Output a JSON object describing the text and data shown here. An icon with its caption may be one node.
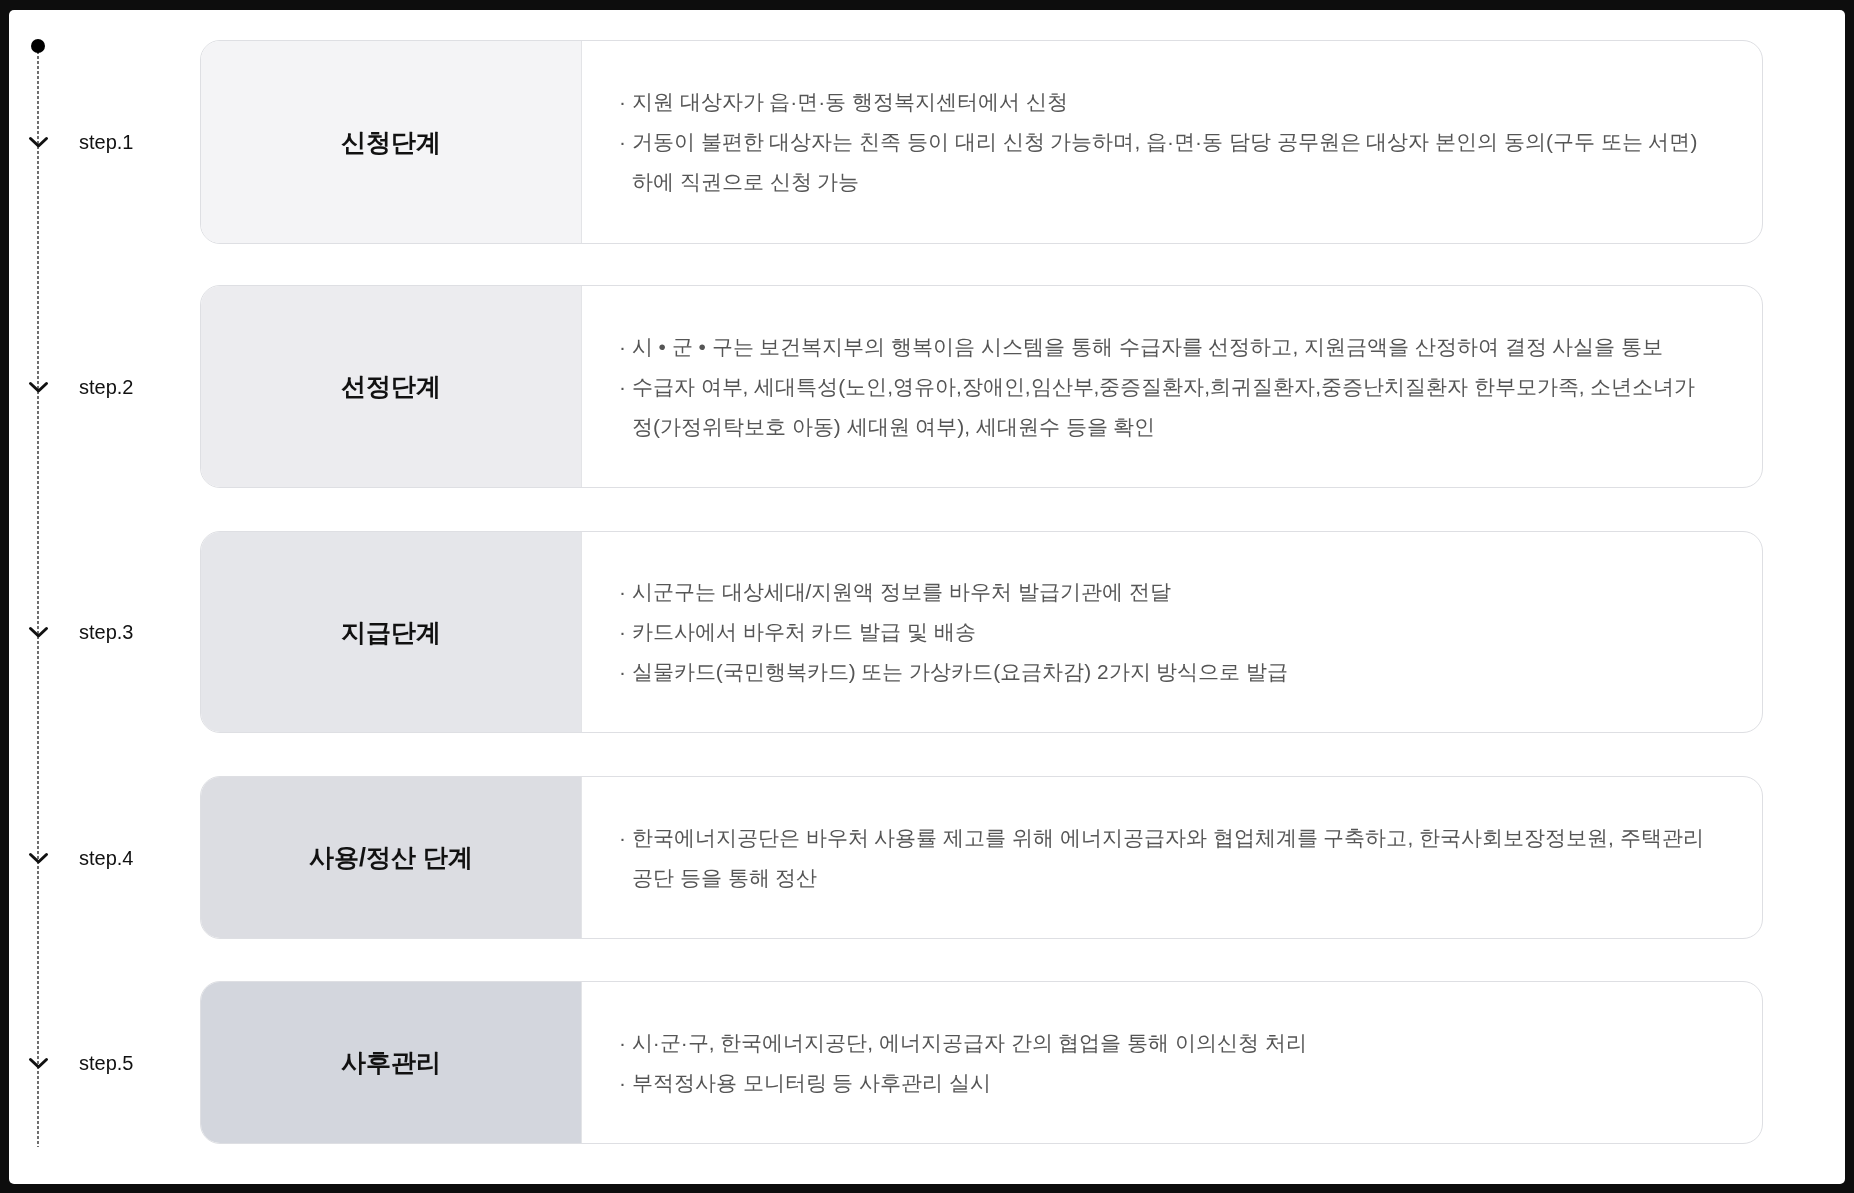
{
  "diagram": {
    "nodes": [
      {
        "text": [
          "· 지원 대상자가 읍·면·동 행정복지센터에서 신청",
          "· 거동이 불편한 대상자는 친족 등이 대리 신청 가능하며, 읍·면·동 담당 공무원은 대상자 본인의 동의(구두 또는 서면) 하에 직권으로 신청 가능"
        ],
        "beside": [
          "step.1"
        ]
      },
      {
        "text": [
          "신청단계"
        ],
        "in": 0
      },
      {
        "text": [
          "· 시 • 군 • 구는 보건복지부의 행복이음 시스템을 통해 수급자를 선정하고, 지원금액을 산정하여 결정 사실을 통보",
          "· 수급자 여부, 세대특성(노인,영유아,장애인,임산부,중증질환자,희귀질환자,중증난치질환자 한부모가족, 소년소녀가정(가정위탁보호 아동) 세대원 여부), 세대원수 등을 확인"
        ],
        "beside": [
          "step.2"
        ]
      },
      {
        "text": [
          "선정단계"
        ],
        "in": 2
      },
      {
        "text": [
          "· 시군구는 대상세대/지원액 정보를 바우처 발급기관에 전달",
          "· 카드사에서 바우처 카드 발급 및 배송",
          "· 실물카드(국민행복카드) 또는 가상카드(요금차감) 2가지 방식으로 발급"
        ],
        "beside": [
          "step.3"
        ]
      },
      {
        "text": [
          "지급단계"
        ],
        "in": 4
      },
      {
        "text": [
          "· 한국에너지공단은 바우처 사용률 제고를 위해 에너지공급자와 협업체계를 구축하고, 한국사회보장정보원, 주택관리공단 등을 통해 정산"
        ],
        "beside": [
          "step.4"
        ]
      },
      {
        "text": [
          "사용/정산 단계"
        ],
        "in": 6
      },
      {
        "text": [
          "· 시·군·구, 한국에너지공단, 에너지공급자 간의 협업을 통해 이의신청 처리",
          "· 부적정사용 모니터링 등 사후관리 실시"
        ],
        "beside": [
          "step.5"
        ]
      },
      {
        "text": [
          "사후관리"
        ],
        "in": 8
      }
    ]
  }
}
